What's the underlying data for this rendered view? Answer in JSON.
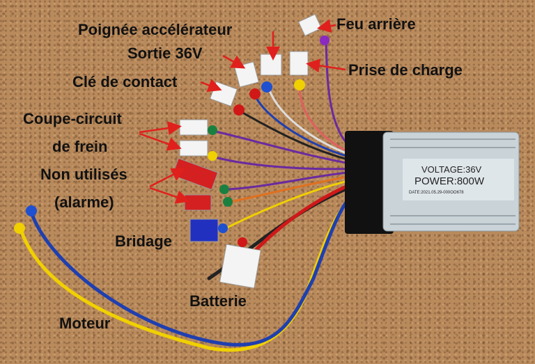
{
  "labels": {
    "throttle": "Poignée accélérateur",
    "output36v": "Sortie 36V",
    "key_switch": "Clé de contact",
    "brake_cutoff_line1": "Coupe-circuit",
    "brake_cutoff_line2": "de frein",
    "unused_line1": "Non utilisés",
    "unused_line2": "(alarme)",
    "limiter": "Bridage",
    "battery": "Batterie",
    "motor": "Moteur",
    "rear_light": "Feu arrière",
    "charge_port": "Prise de charge"
  },
  "controller": {
    "voltage": "VOLTAGE:36V",
    "power": "POWER:800W",
    "date": "DATE:2021.05.29-000OO678"
  },
  "colors": {
    "arrow": "#e0201c",
    "cork": "#b98a5c"
  }
}
